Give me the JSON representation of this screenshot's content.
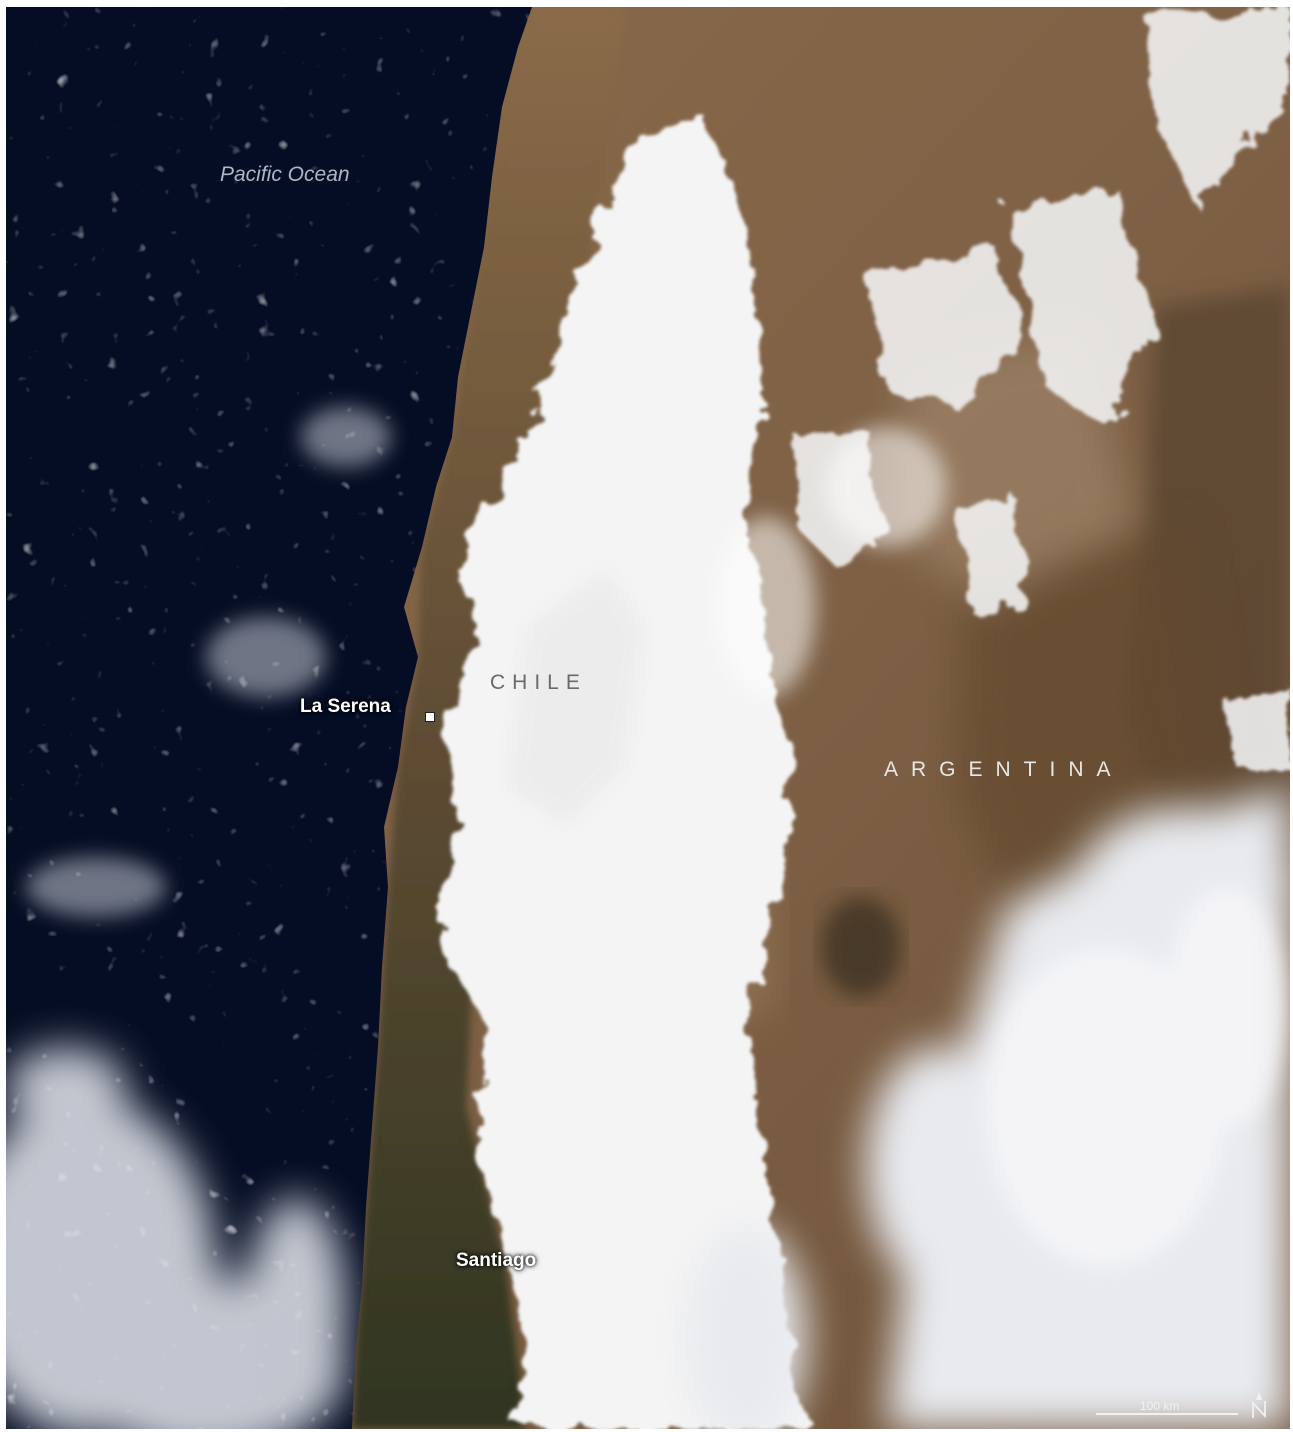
{
  "map": {
    "labels": {
      "ocean": "Pacific Ocean",
      "chile": "CHILE",
      "argentina": "ARGENTINA"
    },
    "cities": {
      "la_serena": "La Serena",
      "santiago": "Santiago"
    },
    "scale_bar": "100 km",
    "north_arrow_icon": "north-arrow-icon",
    "colors": {
      "ocean": "#050d24",
      "desert": "#8a6b4a",
      "coast_green": "#3e3a24",
      "snow": "#f2f2f2",
      "cloud": "#e6e8ee"
    }
  }
}
